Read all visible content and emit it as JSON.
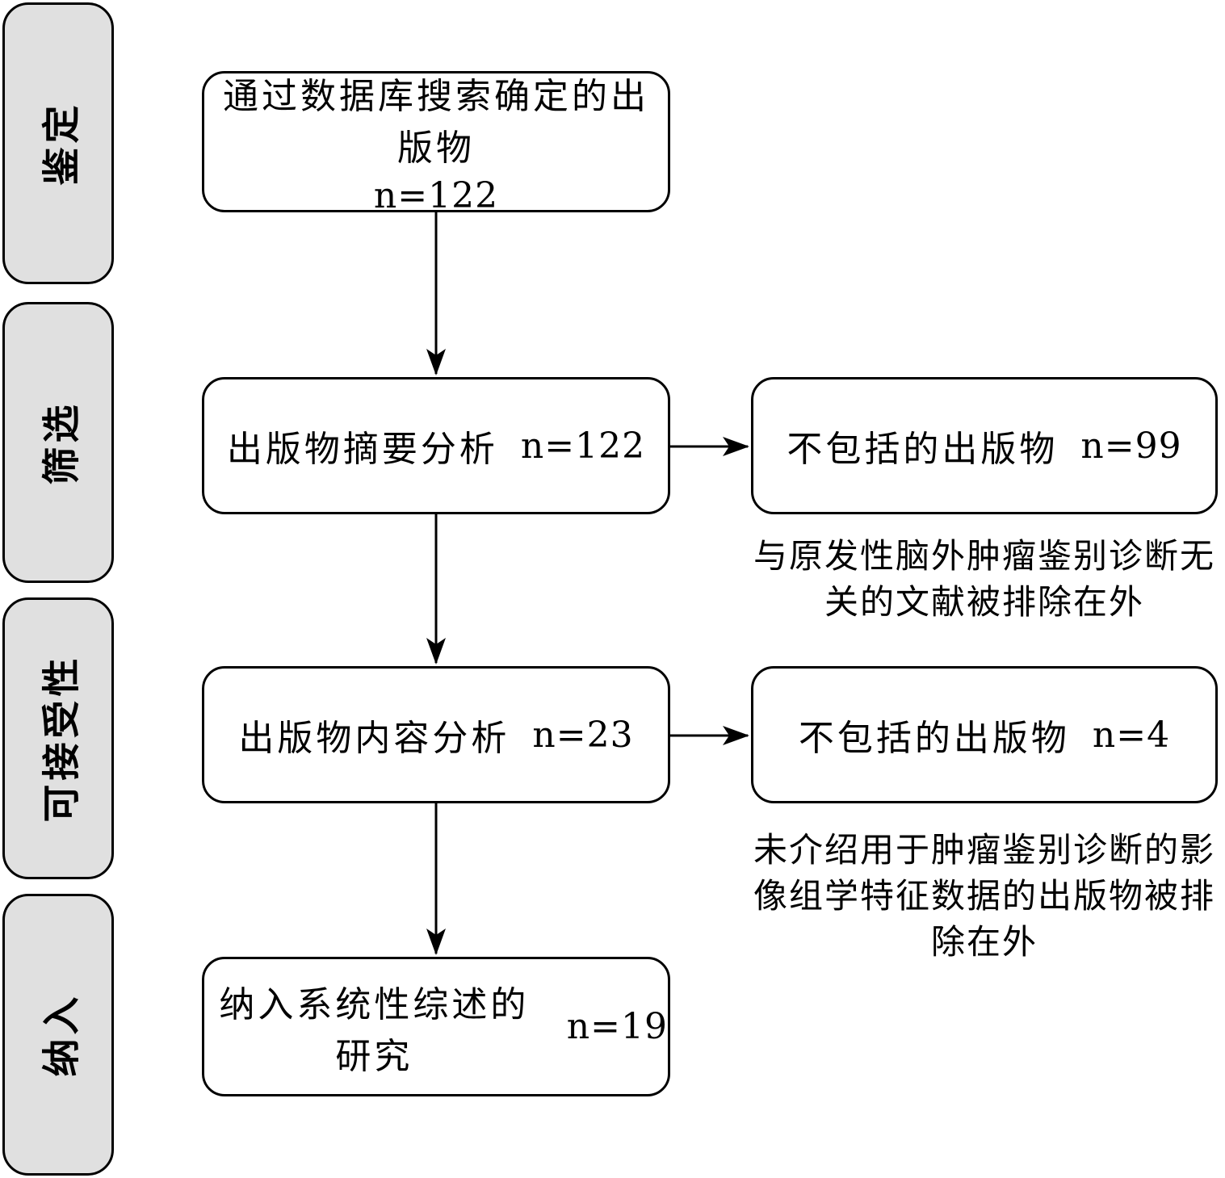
{
  "diagram": {
    "stages": [
      {
        "label": "鉴定"
      },
      {
        "label": "筛选"
      },
      {
        "label": "可接受性"
      },
      {
        "label": "纳入"
      }
    ],
    "main_flow": [
      {
        "text": "通过数据库搜索确定的出版物",
        "count": "n=122"
      },
      {
        "text": "出版物摘要分析",
        "count": "n=122"
      },
      {
        "text": "出版物内容分析",
        "count": "n=23"
      },
      {
        "text": "纳入系统性综述的研究",
        "count": "n=19"
      }
    ],
    "exclusions": [
      {
        "text": "不包括的出版物",
        "count": "n=99",
        "caption": "与原发性脑外肿瘤鉴别诊断无关的文献被排除在外"
      },
      {
        "text": "不包括的出版物",
        "count": "n=4",
        "caption": "未介绍用于肿瘤鉴别诊断的影像组学特征数据的出版物被排除在外"
      }
    ],
    "colors": {
      "stage_fill": "#e0e0e0",
      "box_fill": "#ffffff",
      "stroke": "#000000",
      "text": "#000000"
    }
  }
}
